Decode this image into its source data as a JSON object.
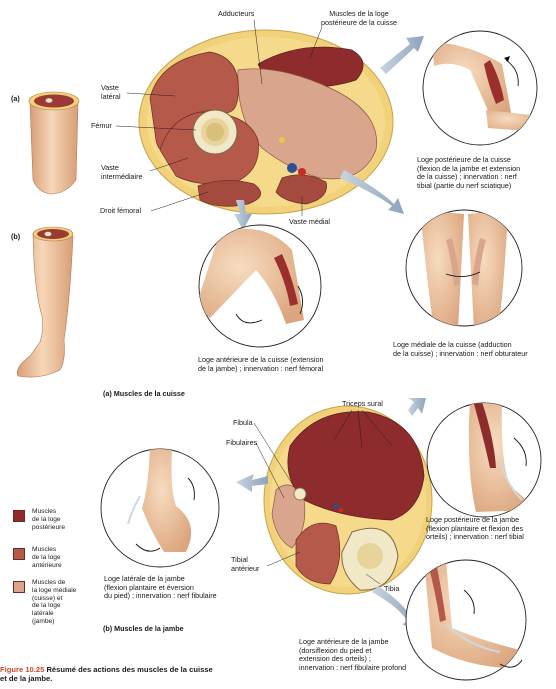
{
  "colors": {
    "posterior_muscle": "#8e2b2c",
    "anterior_muscle": "#b5594a",
    "medial_muscle": "#d9a58c",
    "fat": "#f1d27a",
    "skin": "#f0c9a4",
    "bone": "#f1e8c7",
    "arrow": "#9db0c4"
  },
  "icons": [
    "thigh-cross-section",
    "leg-cross-section",
    "leg-outline",
    "curved-arrow-icon"
  ],
  "labels": {
    "a_marker": "(a)",
    "b_marker": "(b)",
    "adducteurs": "Adducteurs",
    "loge_posterieure_cuisse_l1": "Muscles de la loge",
    "loge_posterieure_cuisse_l2": "postérieure de la cuisse",
    "vaste_lateral_l1": "Vaste",
    "vaste_lateral_l2": "latéral",
    "femur": "Fémur",
    "vaste_intermediaire_l1": "Vaste",
    "vaste_intermediaire_l2": "intermédiaire",
    "droit_femoral": "Droit fémoral",
    "vaste_medial": "Vaste médial",
    "fibula": "Fibula",
    "fibulaires": "Fibulaires",
    "triceps_sural": "Triceps sural",
    "tibial_anterieur_l1": "Tibial",
    "tibial_anterieur_l2": "antérieur",
    "tibia": "Tibia"
  },
  "captions": {
    "thigh_posterior": [
      "Loge postérieure de la cuisse",
      "(flexion de la jambe et extension",
      "de la cuisse) ; innervation : nerf",
      "tibial (partie du nerf sciatique)"
    ],
    "thigh_medial": [
      "Loge médiale de la cuisse (adduction",
      "de la cuisse) ; innervation : nerf obturateur"
    ],
    "thigh_anterior": [
      "Loge antérieure de la cuisse (extension",
      "de la jambe) ; innervation : nerf fémoral"
    ],
    "section_a": "(a) Muscles de la cuisse",
    "leg_posterior": [
      "Loge postérieure de la jambe",
      "(flexion plantaire et flexion des",
      "orteils) ; innervation : nerf tibial"
    ],
    "leg_lateral": [
      "Loge latérale de la jambe",
      "(flexion plantaire et éversion",
      "du pied) ; innervation : nerf fibulaire"
    ],
    "leg_anterior": [
      "Loge antérieure de la jambe",
      "(dorsiflexion du pied et",
      "extension des orteils) ;",
      "innervation : nerf fibulaire profond"
    ],
    "section_b": "(b) Muscles de la jambe"
  },
  "legend": [
    {
      "lines": [
        "Muscles",
        "de la loge",
        "postérieure"
      ]
    },
    {
      "lines": [
        "Muscles",
        "de la loge",
        "antérieure"
      ]
    },
    {
      "lines": [
        "Muscles de",
        "la loge médiale",
        "(cuisse) et",
        "de la loge",
        "latérale",
        "(jambe)"
      ]
    }
  ],
  "figure_caption": {
    "number": "Figure 10.25",
    "text_l1": " Résumé des actions des muscles de la cuisse",
    "text_l2": "et de la jambe."
  }
}
